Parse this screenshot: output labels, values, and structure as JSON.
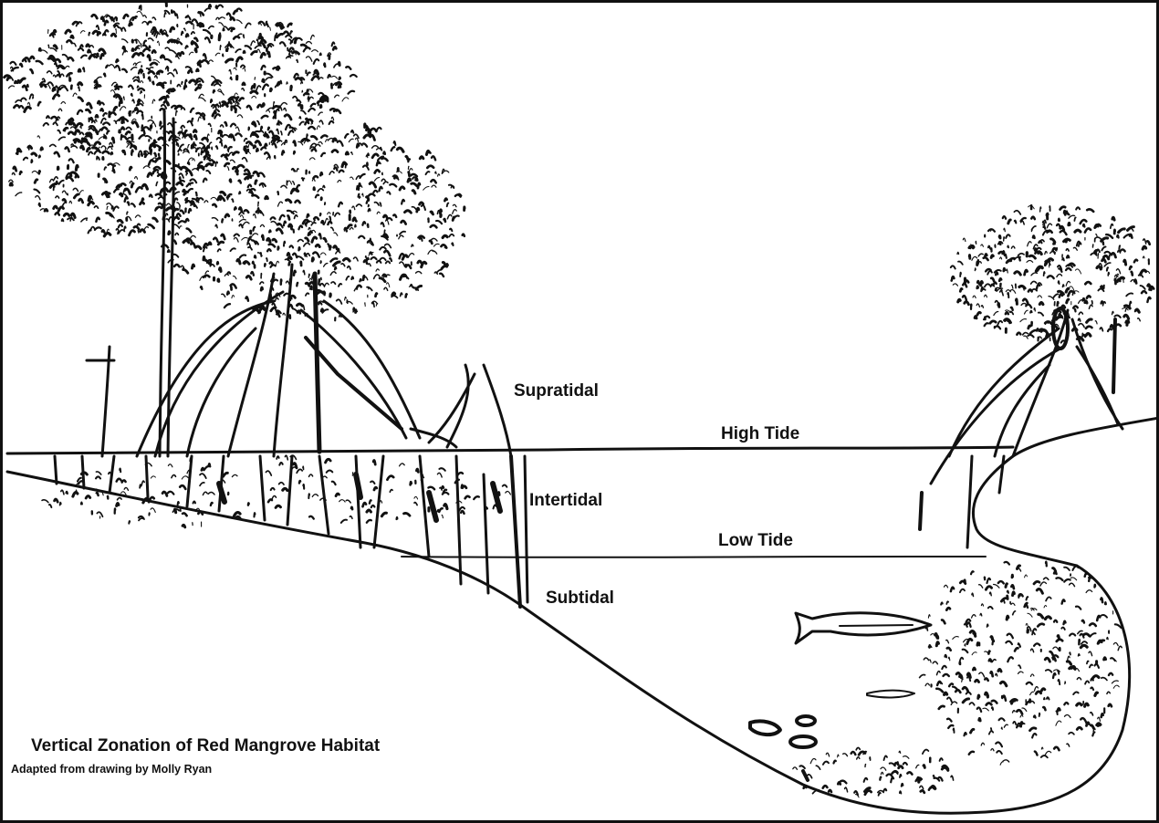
{
  "labels": {
    "supratidal": "Supratidal",
    "high_tide": "High Tide",
    "intertidal": "Intertidal",
    "low_tide": "Low Tide",
    "subtidal": "Subtidal"
  },
  "caption": {
    "title": "Vertical Zonation of Red Mangrove Habitat",
    "credit": "Adapted from drawing by Molly Ryan"
  },
  "colors": {
    "ink": "#111111",
    "background": "#ffffff"
  }
}
